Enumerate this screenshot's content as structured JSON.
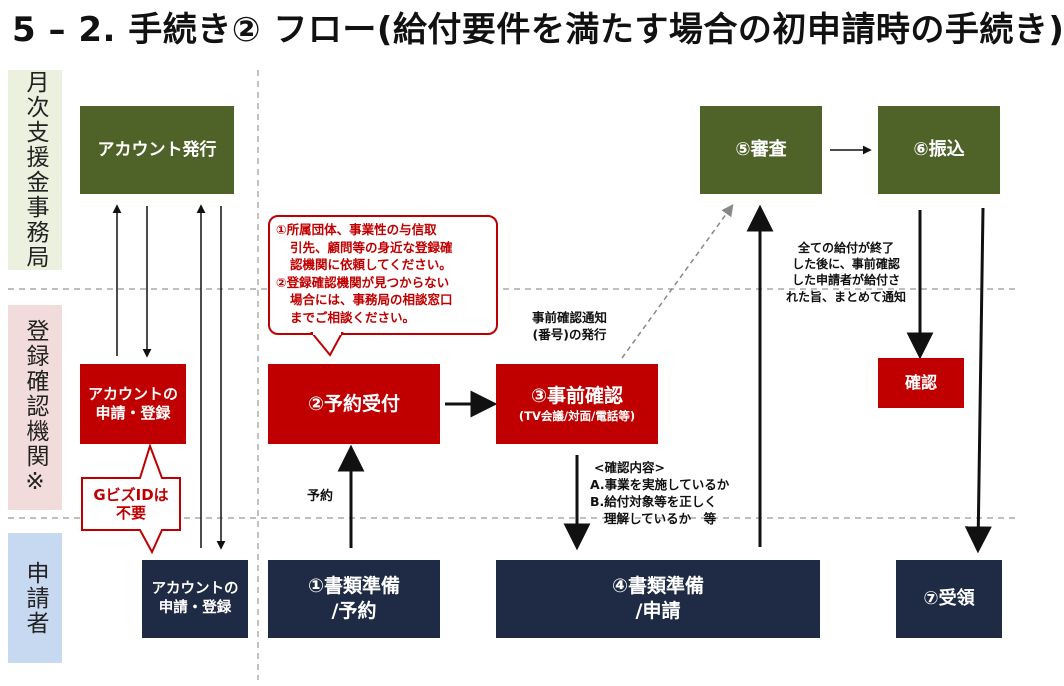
{
  "title": "5 – 2.  手続き② フロー(給付要件を満たす場合の初申請時の手続き)",
  "lanes": {
    "office": "月次支援金事務局",
    "registrar": "登録確認機関※",
    "applicant": "申請者"
  },
  "boxes": {
    "account_issue": "アカウント発行",
    "review": "⑤審査",
    "transfer": "⑥振込",
    "reg_account_line1": "アカウントの",
    "reg_account_line2": "申請・登録",
    "reservation": "②予約受付",
    "pre_check": "③事前確認",
    "pre_check_sub": "(TV会議/対面/電話等)",
    "confirm": "確認",
    "app_account_line1": "アカウントの",
    "app_account_line2": "申請・登録",
    "docs_reserve_line1": "①書類準備",
    "docs_reserve_line2": "/予約",
    "docs_apply_line1": "④書類準備",
    "docs_apply_line2": "/申請",
    "receive": "⑦受領"
  },
  "callout": {
    "line1": "①所属団体、事業性の与信取",
    "line2": "引先、顧問等の身近な登録確",
    "line3": "認機関に依頼してください。",
    "line4": "②登録確認機関が見つからない",
    "line5": "場合には、事務局の相談窓口",
    "line6": "までご相談ください。"
  },
  "gbiz": {
    "line1": "GビズIDは",
    "line2": "不要"
  },
  "notes": {
    "reserve": "予約",
    "notice_line1": "事前確認通知",
    "notice_line2": "(番号)の発行",
    "content_line1": "<確認内容>",
    "content_line2": "A.事業を実施しているか",
    "content_line3": "B.給付対象等を正しく",
    "content_line4": "理解しているか　等",
    "final_line1": "全ての給付が終了",
    "final_line2": "した後に、事前確認",
    "final_line3": "した申請者が給付さ",
    "final_line4": "れた旨、まとめて通知"
  },
  "colors": {
    "office_box": "#4f6228",
    "registrar_box": "#c00000",
    "applicant_box": "#1f2a44",
    "lane_office": "#ebf1de",
    "lane_registrar": "#f2dcdb",
    "lane_applicant": "#c6d9f1"
  }
}
